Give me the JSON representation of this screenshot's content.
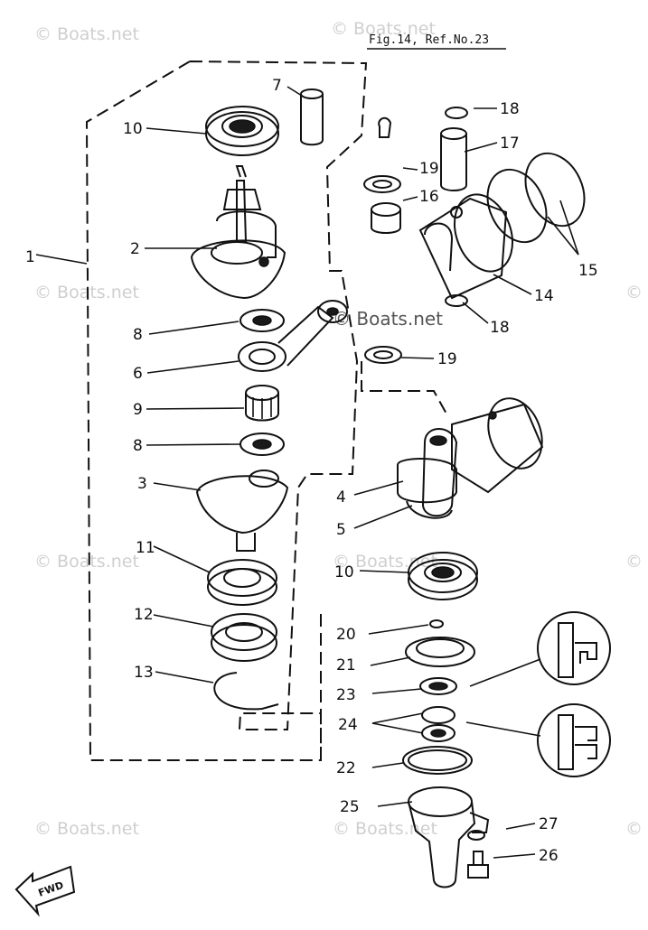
{
  "figure": {
    "reference": "Fig.14, Ref.No.23"
  },
  "watermark": {
    "text": "© Boats.net"
  },
  "direction_badge": {
    "text": "FWD"
  },
  "callouts": [
    {
      "id": "c1",
      "label": "1"
    },
    {
      "id": "c7",
      "label": "7"
    },
    {
      "id": "c10a",
      "label": "10"
    },
    {
      "id": "c2",
      "label": "2"
    },
    {
      "id": "c8a",
      "label": "8"
    },
    {
      "id": "c6",
      "label": "6"
    },
    {
      "id": "c9",
      "label": "9"
    },
    {
      "id": "c8b",
      "label": "8"
    },
    {
      "id": "c3",
      "label": "3"
    },
    {
      "id": "c11",
      "label": "11"
    },
    {
      "id": "c12",
      "label": "12"
    },
    {
      "id": "c13",
      "label": "13"
    },
    {
      "id": "c18a",
      "label": "18"
    },
    {
      "id": "c17",
      "label": "17"
    },
    {
      "id": "c19a",
      "label": "19"
    },
    {
      "id": "c16",
      "label": "16"
    },
    {
      "id": "c15",
      "label": "15"
    },
    {
      "id": "c14",
      "label": "14"
    },
    {
      "id": "c18b",
      "label": "18"
    },
    {
      "id": "c19b",
      "label": "19"
    },
    {
      "id": "c4",
      "label": "4"
    },
    {
      "id": "c5",
      "label": "5"
    },
    {
      "id": "c10b",
      "label": "10"
    },
    {
      "id": "c20",
      "label": "20"
    },
    {
      "id": "c21",
      "label": "21"
    },
    {
      "id": "c23",
      "label": "23"
    },
    {
      "id": "c24",
      "label": "24"
    },
    {
      "id": "c22",
      "label": "22"
    },
    {
      "id": "c25",
      "label": "25"
    },
    {
      "id": "c27",
      "label": "27"
    },
    {
      "id": "c26",
      "label": "26"
    }
  ]
}
